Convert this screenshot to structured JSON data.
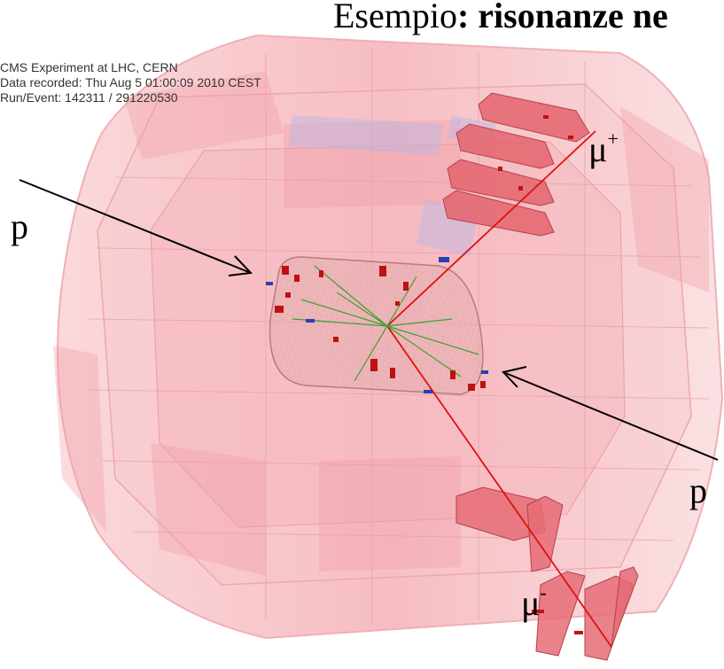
{
  "title": {
    "prefix": "Esempio",
    "suffix": ": risonanze ne"
  },
  "event_info": {
    "line1": "CMS Experiment at LHC, CERN",
    "line2": "Data recorded: Thu Aug  5 01:00:09 2010 CEST",
    "line3": "Run/Event: 142311 / 291220530"
  },
  "labels": {
    "proton_left": "p",
    "proton_right": "p",
    "muon_plus_base": "μ",
    "muon_plus_sign": "+",
    "muon_minus_base": "μ",
    "muon_minus_sign": "-"
  },
  "colors": {
    "detector": "#f4a0a6",
    "muon_chamber": "#e2505a",
    "track_muon": "#e01010",
    "track_charged": "#3aa030",
    "hit_blue": "#2a3fb0",
    "hit_red": "#c01010"
  }
}
